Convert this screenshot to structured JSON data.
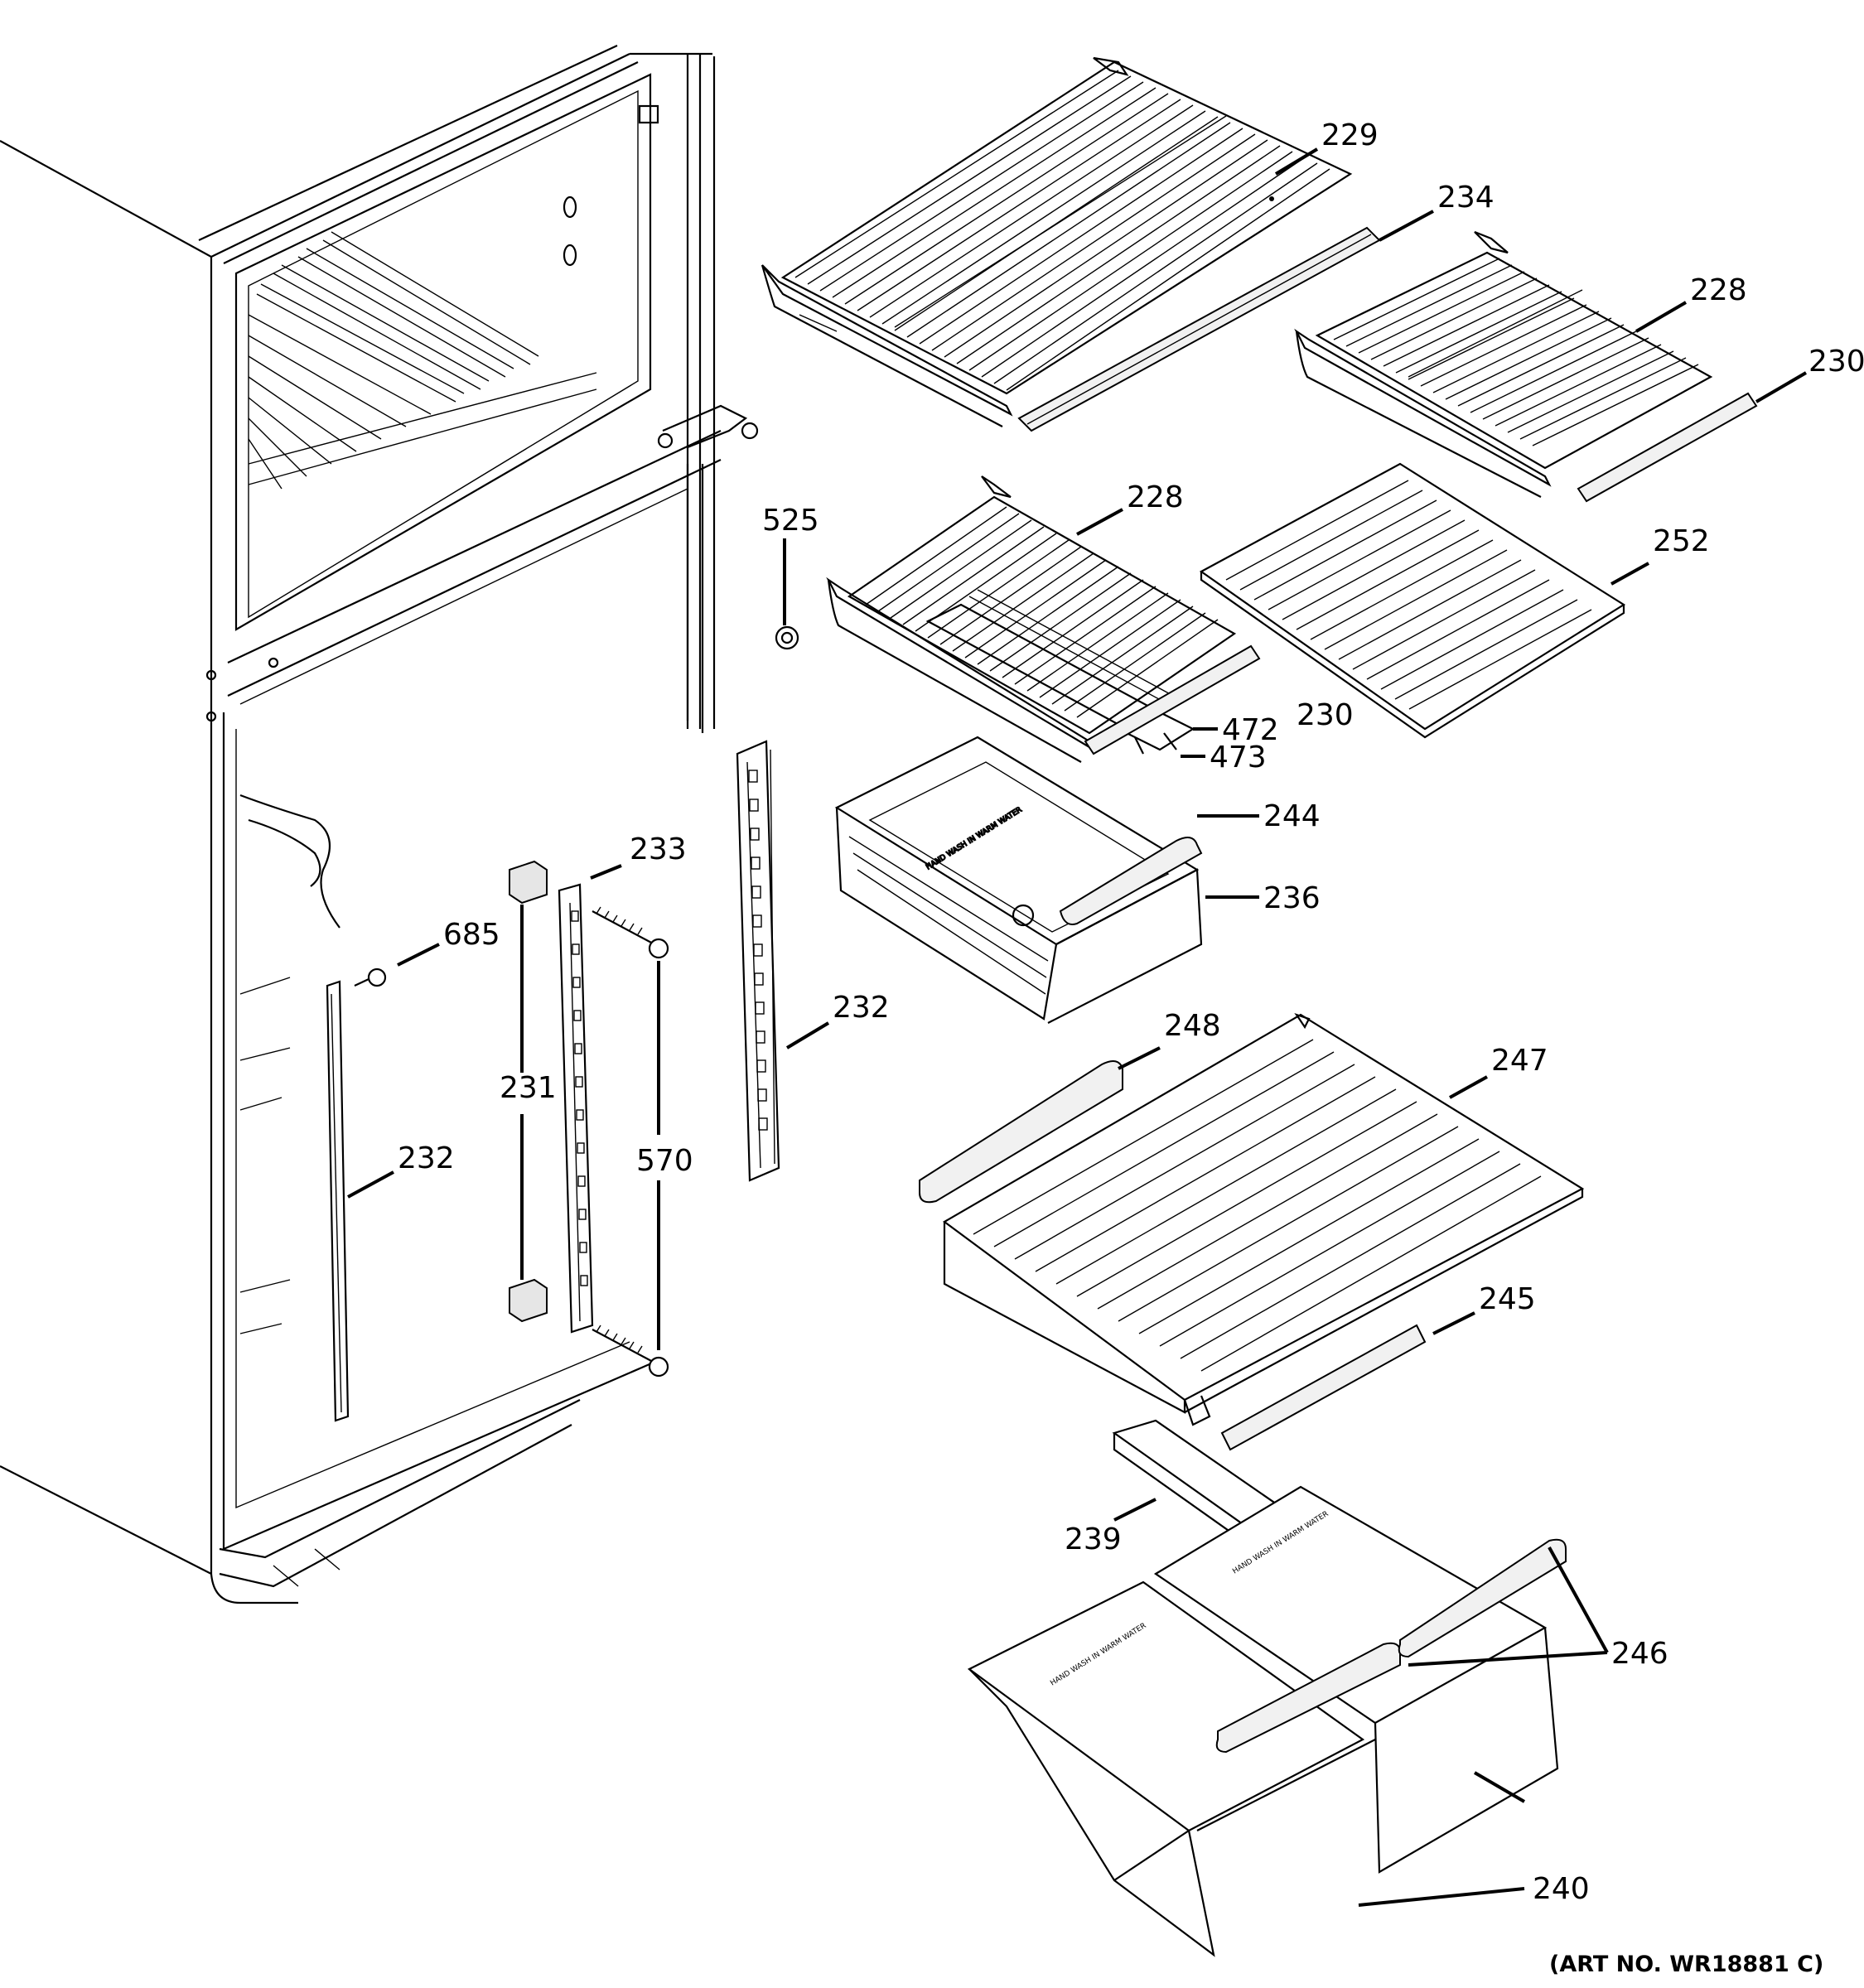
{
  "diagram": {
    "art_number": "(ART NO. WR18881 C)",
    "callouts": {
      "p229": "229",
      "p234": "234",
      "p228_upper": "228",
      "p230_upper": "230",
      "p525": "525",
      "p228_lower": "228",
      "p252": "252",
      "p472": "472",
      "p230_lower": "230",
      "p473": "473",
      "p244": "244",
      "p233": "233",
      "p236": "236",
      "p685": "685",
      "p232_right": "232",
      "p231": "231",
      "p248": "248",
      "p247": "247",
      "p570": "570",
      "p232_left": "232",
      "p245": "245",
      "p239": "239",
      "p246": "246",
      "p240": "240"
    },
    "part_texts": {
      "crisper_left": "HAND WASH IN WARM WATER",
      "crisper_right": "HAND WASH IN WARM WATER",
      "pan": "HAND WASH IN WARM WATER"
    }
  }
}
